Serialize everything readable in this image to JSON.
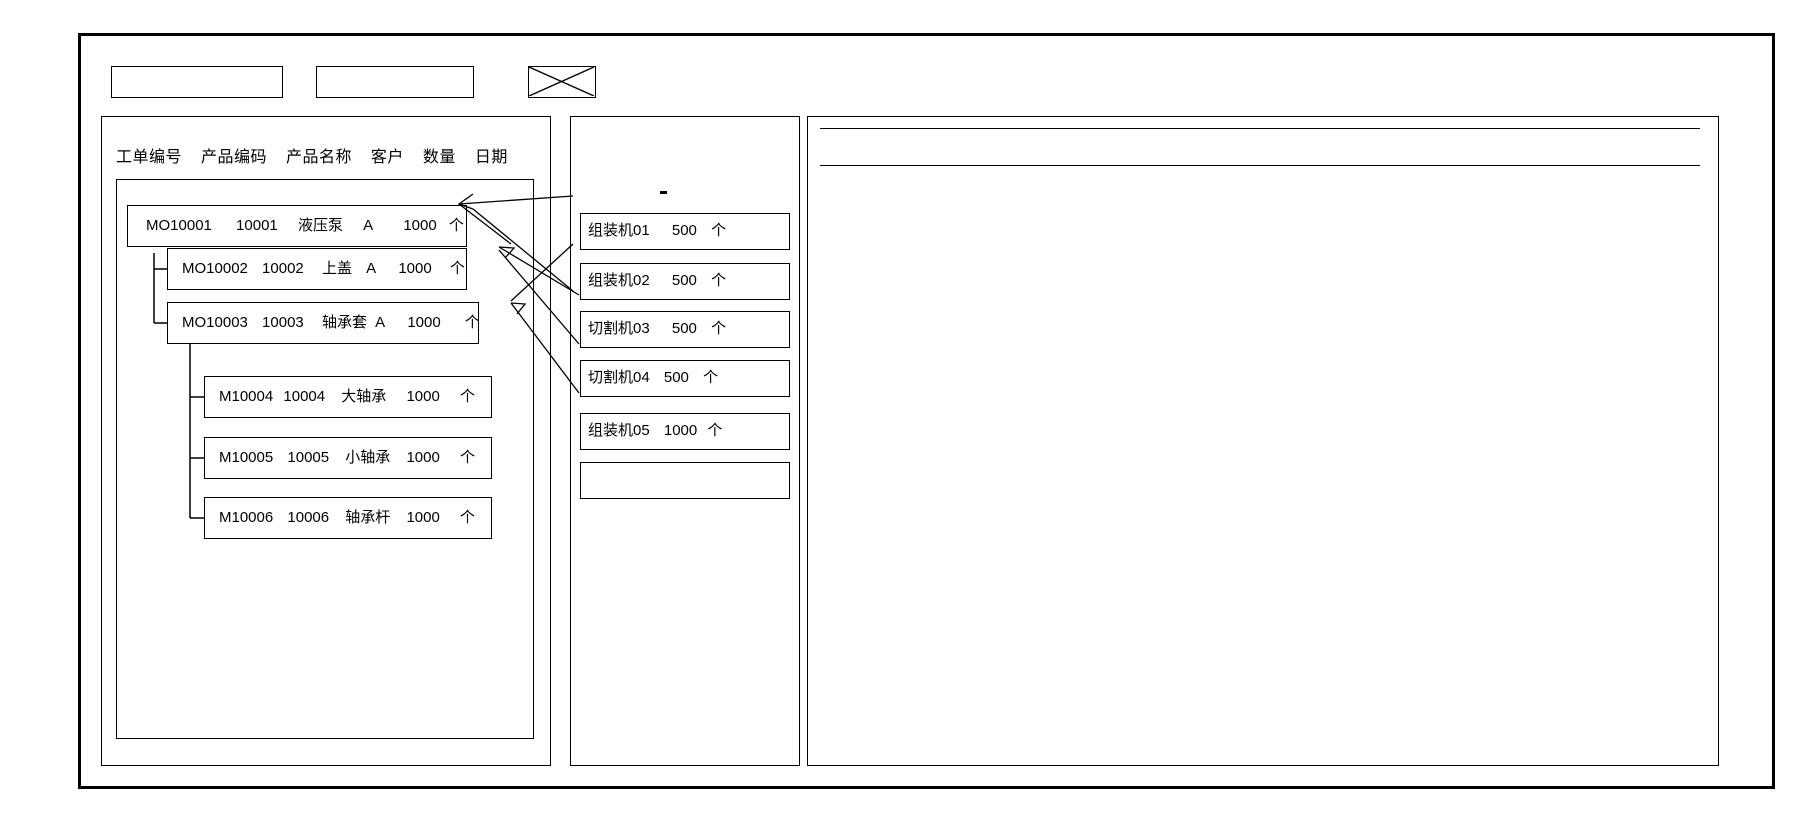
{
  "window": {
    "title": ""
  },
  "toolbar": {
    "field1_value": "",
    "field1_placeholder": "",
    "field2_value": "",
    "field2_placeholder": "",
    "image_icon": "image-placeholder-icon"
  },
  "left_panel": {
    "name": "work-order-tree",
    "columns": [
      "工单编号",
      "产品编码",
      "产品名称",
      "客户",
      "数量",
      "日期"
    ],
    "nodes": [
      {
        "level": 0,
        "order_no": "MO10001",
        "product_code": "10001",
        "product_name": "液压泵",
        "customer": "A",
        "quantity": "1000",
        "unit": "个",
        "date": ""
      },
      {
        "level": 1,
        "order_no": "MO10002",
        "product_code": "10002",
        "product_name": "上盖",
        "customer": "A",
        "quantity": "1000",
        "unit": "个",
        "date": ""
      },
      {
        "level": 1,
        "order_no": "MO10003",
        "product_code": "10003",
        "product_name": "轴承套",
        "customer": "A",
        "quantity": "1000",
        "unit": "个",
        "date": ""
      },
      {
        "level": 2,
        "order_no": "M10004",
        "product_code": "10004",
        "product_name": "大轴承",
        "customer": "",
        "quantity": "1000",
        "unit": "个",
        "date": ""
      },
      {
        "level": 2,
        "order_no": "M10005",
        "product_code": "10005",
        "product_name": "小轴承",
        "customer": "",
        "quantity": "1000",
        "unit": "个",
        "date": ""
      },
      {
        "level": 2,
        "order_no": "M10006",
        "product_code": "10006",
        "product_name": "轴承杆",
        "customer": "",
        "quantity": "1000",
        "unit": "个",
        "date": ""
      }
    ]
  },
  "middle_panel": {
    "name": "machine-allocation-list",
    "cards": [
      {
        "machine": "组装机01",
        "quantity": "500",
        "unit": "个"
      },
      {
        "machine": "组装机02",
        "quantity": "500",
        "unit": "个"
      },
      {
        "machine": "切割机03",
        "quantity": "500",
        "unit": "个"
      },
      {
        "machine": "切割机04",
        "quantity": "500",
        "unit": "个"
      },
      {
        "machine": "组装机05",
        "quantity": "1000",
        "unit": "个"
      },
      {
        "machine": "",
        "quantity": "",
        "unit": ""
      }
    ]
  },
  "right_panel": {
    "name": "detail-panel",
    "header_text": "",
    "body_text": ""
  },
  "colors": {
    "stroke": "#000000",
    "background": "#ffffff",
    "text": "#000000"
  }
}
